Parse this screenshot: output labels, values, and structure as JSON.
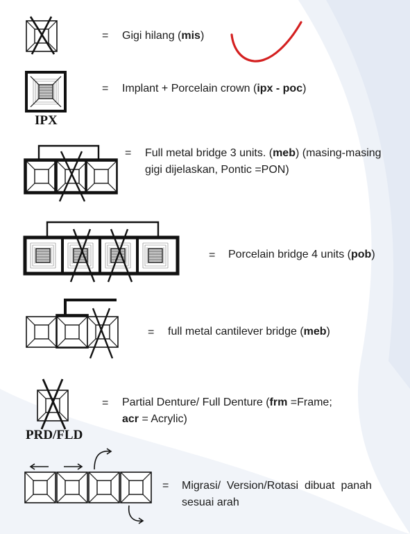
{
  "legend": [
    {
      "id": "mis",
      "equals": "=",
      "text_pre": "Gigi hilang (",
      "code": "mis",
      "text_post": ")"
    },
    {
      "id": "ipx",
      "label": "IPX",
      "equals": "=",
      "text_pre": "Implant + Porcelain crown  (",
      "code": "ipx - poc",
      "text_post": ")"
    },
    {
      "id": "meb3",
      "equals": "=",
      "line1_pre": "Full metal bridge 3 units.  (",
      "line1_code": "meb",
      "line1_post": ") (masing-masing",
      "line2": "gigi dijelaskan, Pontic =PON)"
    },
    {
      "id": "pob",
      "equals": "=",
      "text_pre": "Porcelain bridge 4 units  (",
      "code": "pob",
      "text_post": ")"
    },
    {
      "id": "cantilever",
      "equals": "=",
      "text_pre": "full metal cantilever bridge (",
      "code": "meb",
      "text_post": ")"
    },
    {
      "id": "prd",
      "label": "PRD/FLD",
      "equals": "=",
      "line1_pre": "Partial Denture/ Full Denture (",
      "line1_code": "frm",
      "line1_post": " =Frame;",
      "line2_code": "acr",
      "line2_post": " = Acrylic)"
    },
    {
      "id": "migrasi",
      "equals": "=",
      "line1": "Migrasi/  Version/Rotasi  dibuat  panah",
      "line2": "sesuai arah"
    }
  ],
  "colors": {
    "annotation": "#d42020",
    "text": "#1a1a1a",
    "background_wave": "#e6ebf4"
  }
}
